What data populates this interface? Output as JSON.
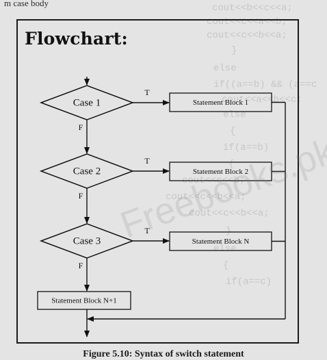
{
  "page": {
    "top_text": "m case body",
    "caption": "Figure 5.10: Syntax of switch statement"
  },
  "background_code": [
    "cout<<b<<c<<a;",
    "cout<<c<<a<<b;",
    "cout<<c<<b<<a;",
    "}",
    "else",
    "if((a==b) && (a==c",
    "cout<<a<<b<<c;",
    "else",
    "{",
    "if(a==b)",
    "{",
    "cout<<c<<b;",
    "cout<<c<<b<<a;",
    "cout<<c<<b<<a;",
    "}",
    "else",
    "{",
    "if(a==c)"
  ],
  "watermark": "Freebooks.pk",
  "flowchart": {
    "title": "Flowchart:",
    "decisions": [
      {
        "label": "Case 1",
        "true_label": "T",
        "false_label": "F"
      },
      {
        "label": "Case 2",
        "true_label": "T",
        "false_label": "F"
      },
      {
        "label": "Case 3",
        "true_label": "T",
        "false_label": "F"
      }
    ],
    "statement_blocks": [
      "Statement Block 1",
      "Statement Block 2",
      "Statement Block N"
    ],
    "default_block": "Statement Block N+1"
  },
  "colors": {
    "background": "#e4e4e4",
    "ink": "#111111",
    "watermark": "#787878"
  }
}
